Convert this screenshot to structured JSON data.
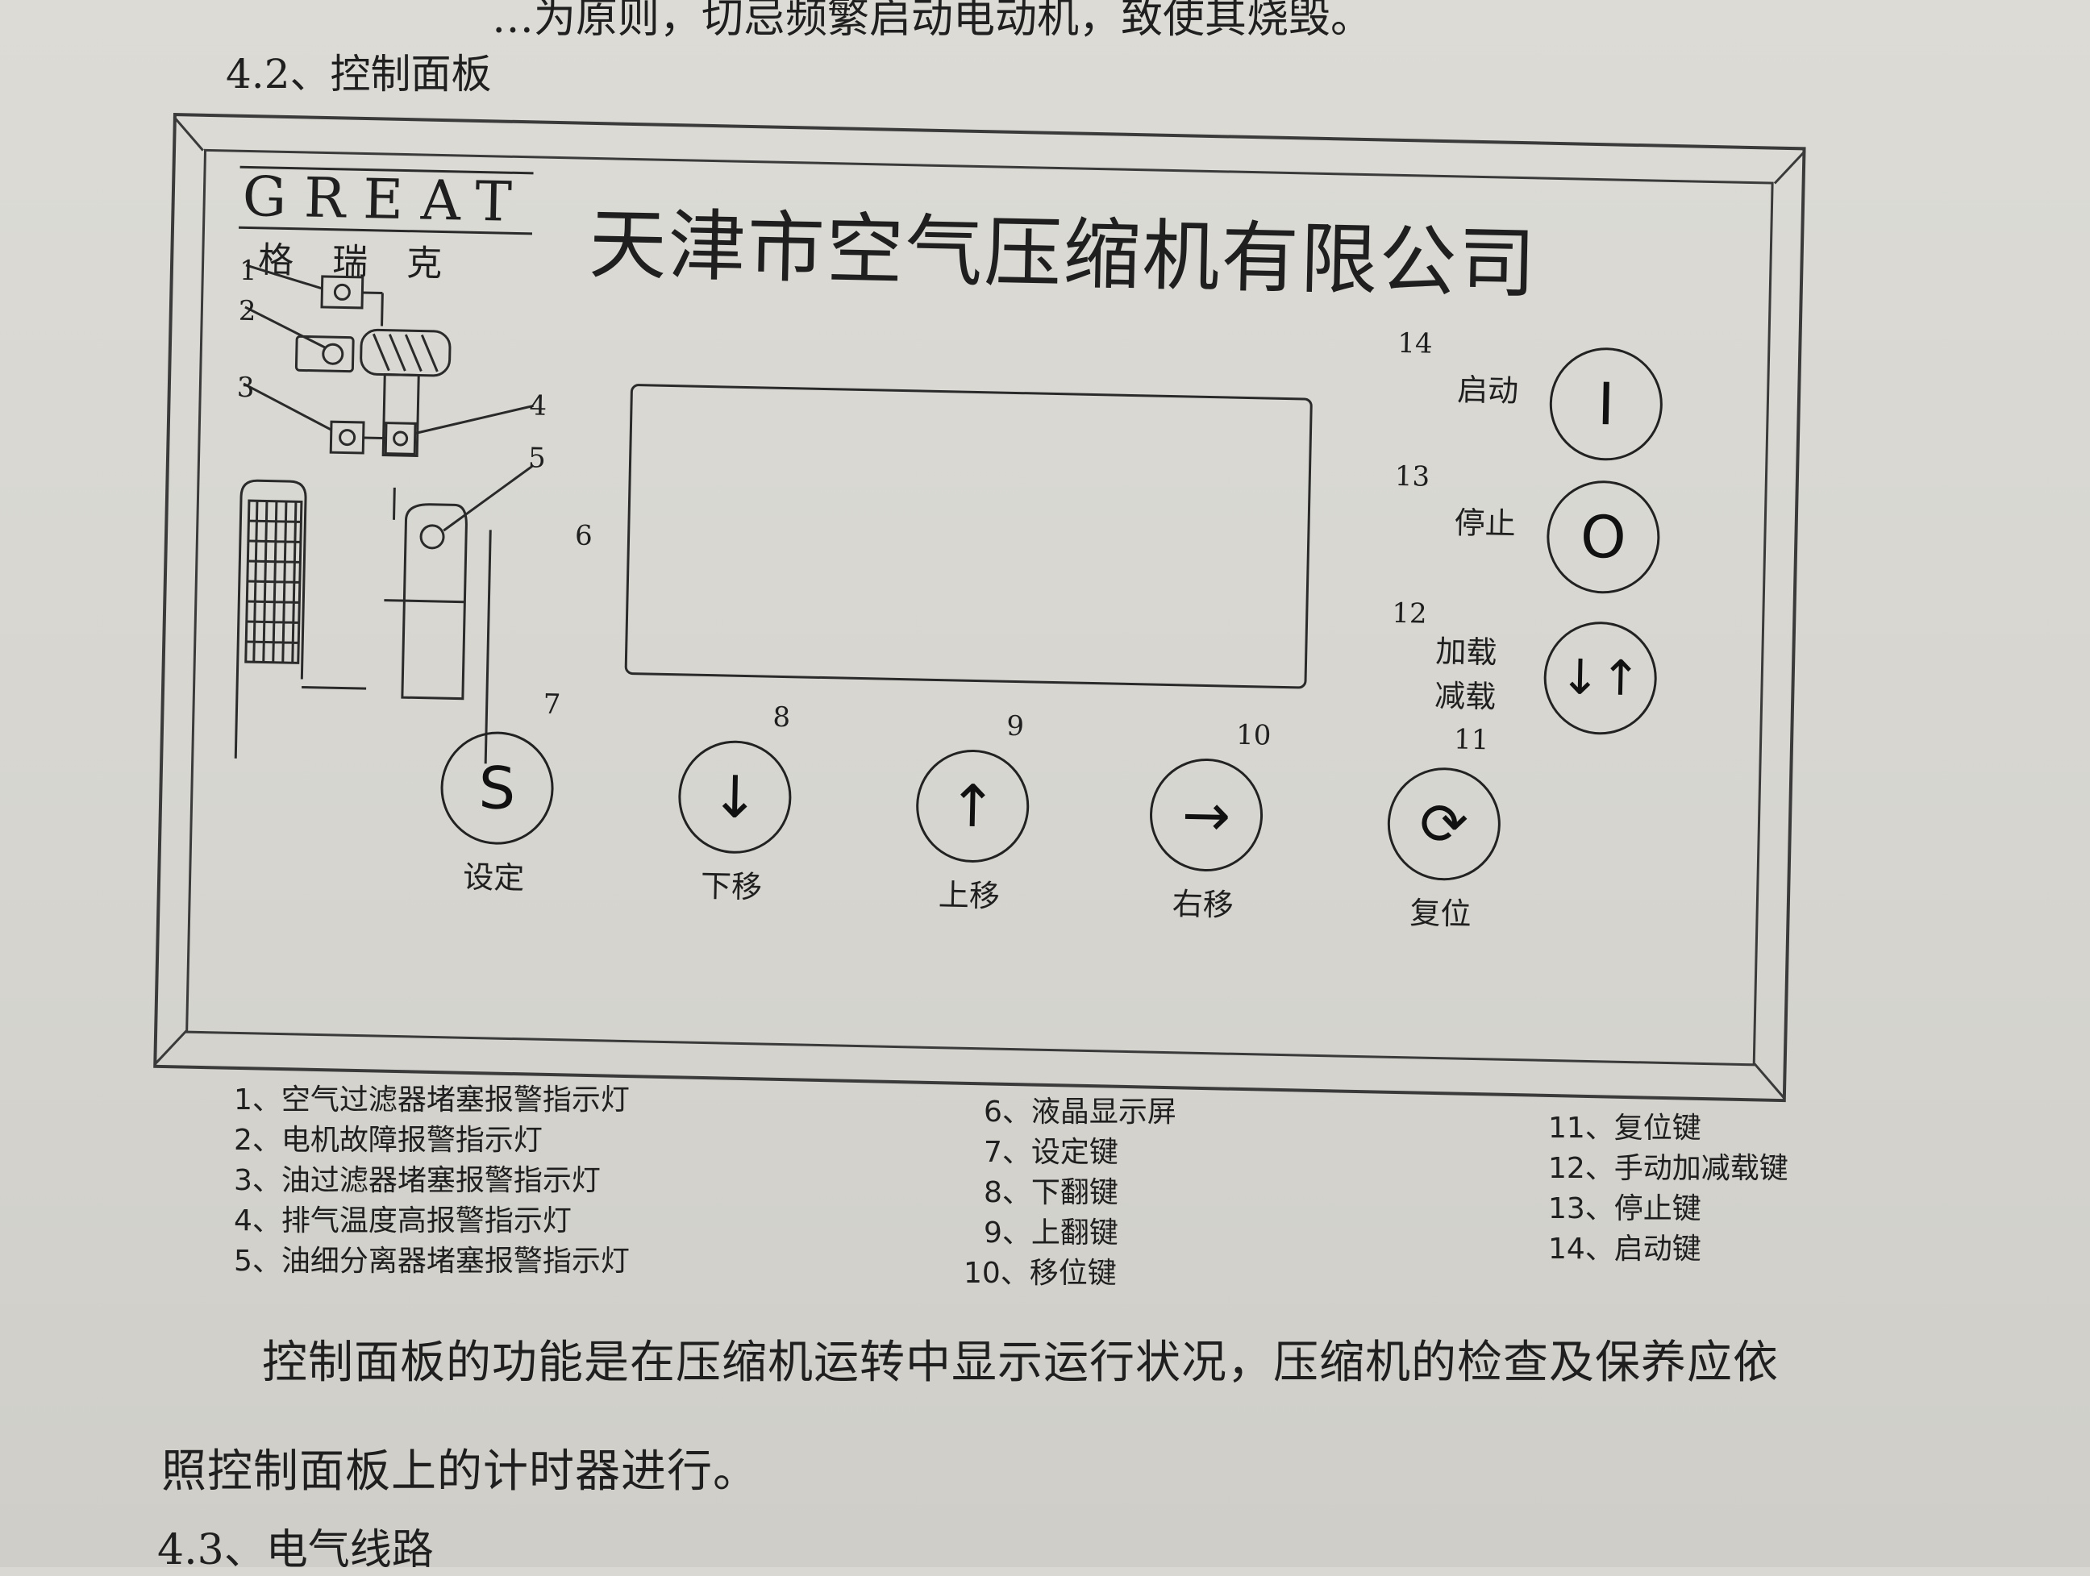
{
  "document": {
    "top_line": "…为原则，切忌频繁启动电动机，致使其烧毁。",
    "section_42_title": "4.2、控制面板",
    "section_43_title": "4.3、电气线路",
    "paragraph_line1": "控制面板的功能是在压缩机运转中显示运行状况，压缩机的检查及保养应依",
    "paragraph_line2": "照控制面板上的计时器进行。"
  },
  "panel": {
    "brand_en": "GREAT",
    "brand_cn": "格瑞克",
    "company_name": "天津市空气压缩机有限公司",
    "indicator_numbers": [
      "1",
      "2",
      "3",
      "4",
      "5"
    ],
    "lcd_number": "6",
    "buttons": [
      {
        "number": "7",
        "symbol": "S",
        "label": "设定"
      },
      {
        "number": "8",
        "symbol": "↓",
        "label": "下移"
      },
      {
        "number": "9",
        "symbol": "↑",
        "label": "上移"
      },
      {
        "number": "10",
        "symbol": "→",
        "label": "右移"
      },
      {
        "number": "11",
        "symbol": "⟳",
        "label": "复位"
      },
      {
        "number": "12",
        "symbol": "↓↑",
        "label": "加载",
        "label2": "减载"
      },
      {
        "number": "13",
        "symbol": "O",
        "label": "停止"
      },
      {
        "number": "14",
        "symbol": "I",
        "label": "启动"
      }
    ]
  },
  "legend": {
    "col1": [
      "1、空气过滤器堵塞报警指示灯",
      "2、电机故障报警指示灯",
      "3、油过滤器堵塞报警指示灯",
      "4、排气温度高报警指示灯",
      "5、油细分离器堵塞报警指示灯"
    ],
    "col2": [
      "6、液晶显示屏",
      "7、设定键",
      "8、下翻键",
      "9、上翻键",
      "10、移位键"
    ],
    "col3": [
      "11、复位键",
      "12、手动加减载键",
      "13、停止键",
      "14、启动键"
    ]
  }
}
